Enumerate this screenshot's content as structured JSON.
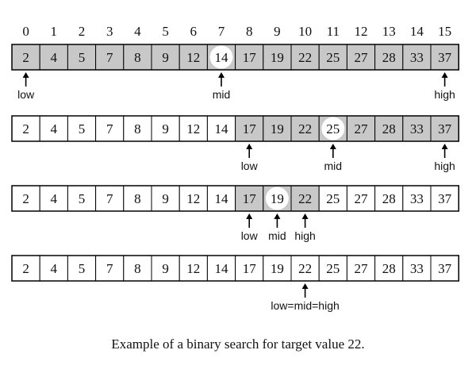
{
  "index_labels": [
    "0",
    "1",
    "2",
    "3",
    "4",
    "5",
    "6",
    "7",
    "8",
    "9",
    "10",
    "11",
    "12",
    "13",
    "14",
    "15"
  ],
  "values": [
    "2",
    "4",
    "5",
    "7",
    "8",
    "9",
    "12",
    "14",
    "17",
    "19",
    "22",
    "25",
    "27",
    "28",
    "33",
    "37"
  ],
  "colors": {
    "shaded": "#c8c8c8",
    "plain": "#ffffff",
    "highlight": "#ffffff",
    "line": "#000000"
  },
  "steps": [
    {
      "shaded_range": [
        0,
        15
      ],
      "highlight": 7,
      "pointers": [
        {
          "index": 0,
          "label": "low"
        },
        {
          "index": 7,
          "label": "mid"
        },
        {
          "index": 15,
          "label": "high"
        }
      ]
    },
    {
      "shaded_range": [
        8,
        15
      ],
      "highlight": 11,
      "pointers": [
        {
          "index": 8,
          "label": "low"
        },
        {
          "index": 11,
          "label": "mid"
        },
        {
          "index": 15,
          "label": "high"
        }
      ]
    },
    {
      "shaded_range": [
        8,
        10
      ],
      "highlight": 9,
      "pointers": [
        {
          "index": 8,
          "label": "low"
        },
        {
          "index": 9,
          "label": "mid"
        },
        {
          "index": 10,
          "label": "high"
        }
      ]
    },
    {
      "shaded_range": null,
      "highlight": 10,
      "pointers": [
        {
          "index": 10,
          "label": "low=mid=high"
        }
      ]
    }
  ],
  "caption": "Example of a binary search for target value 22."
}
